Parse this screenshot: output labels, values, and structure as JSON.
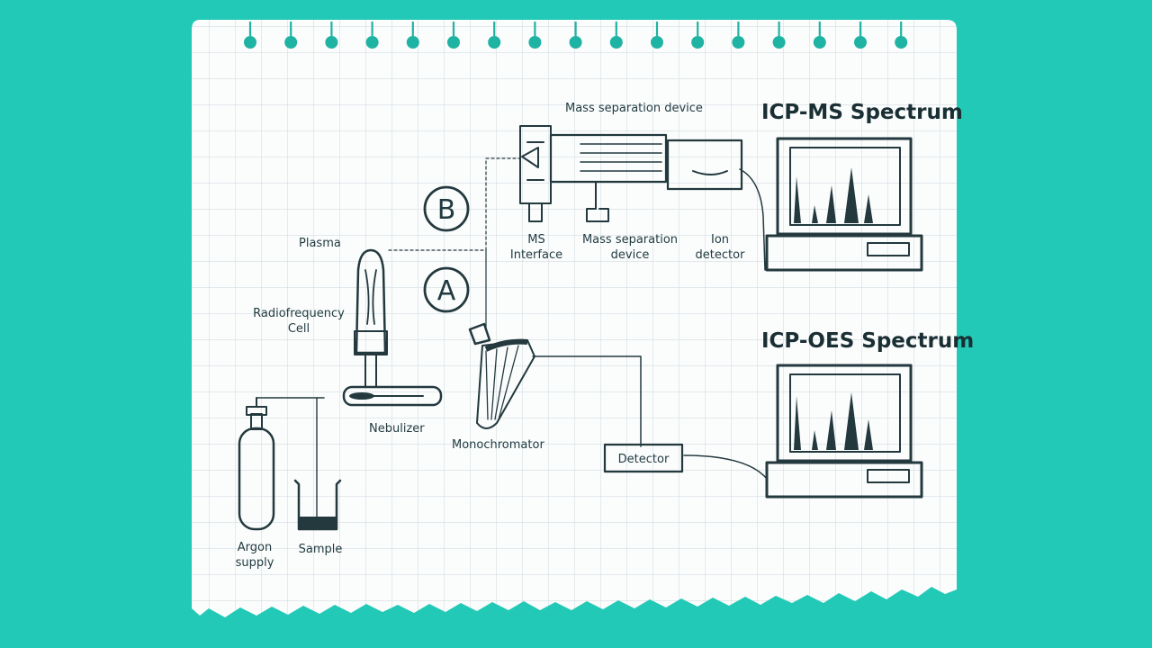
{
  "titles": {
    "icp_ms": "ICP-MS Spectrum",
    "icp_oes": "ICP-OES Spectrum"
  },
  "path_markers": {
    "a": "A",
    "b": "B"
  },
  "labels": {
    "mass_separation_top": "Mass separation device",
    "ms_interface_1": "MS",
    "ms_interface_2": "Interface",
    "mass_separation_1": "Mass separation",
    "mass_separation_2": "device",
    "ion_detector_1": "Ion",
    "ion_detector_2": "detector",
    "plasma": "Plasma",
    "radiofrequency_1": "Radiofrequency",
    "radiofrequency_2": "Cell",
    "nebulizer": "Nebulizer",
    "monochromator": "Monochromator",
    "detector": "Detector",
    "argon_1": "Argon",
    "argon_2": "supply",
    "sample": "Sample"
  },
  "colors": {
    "background": "#22c9b6",
    "paper": "#fbfcfc",
    "grid": "#d3dde2",
    "ink": "#23393e",
    "rings": "#1fb3a4"
  }
}
